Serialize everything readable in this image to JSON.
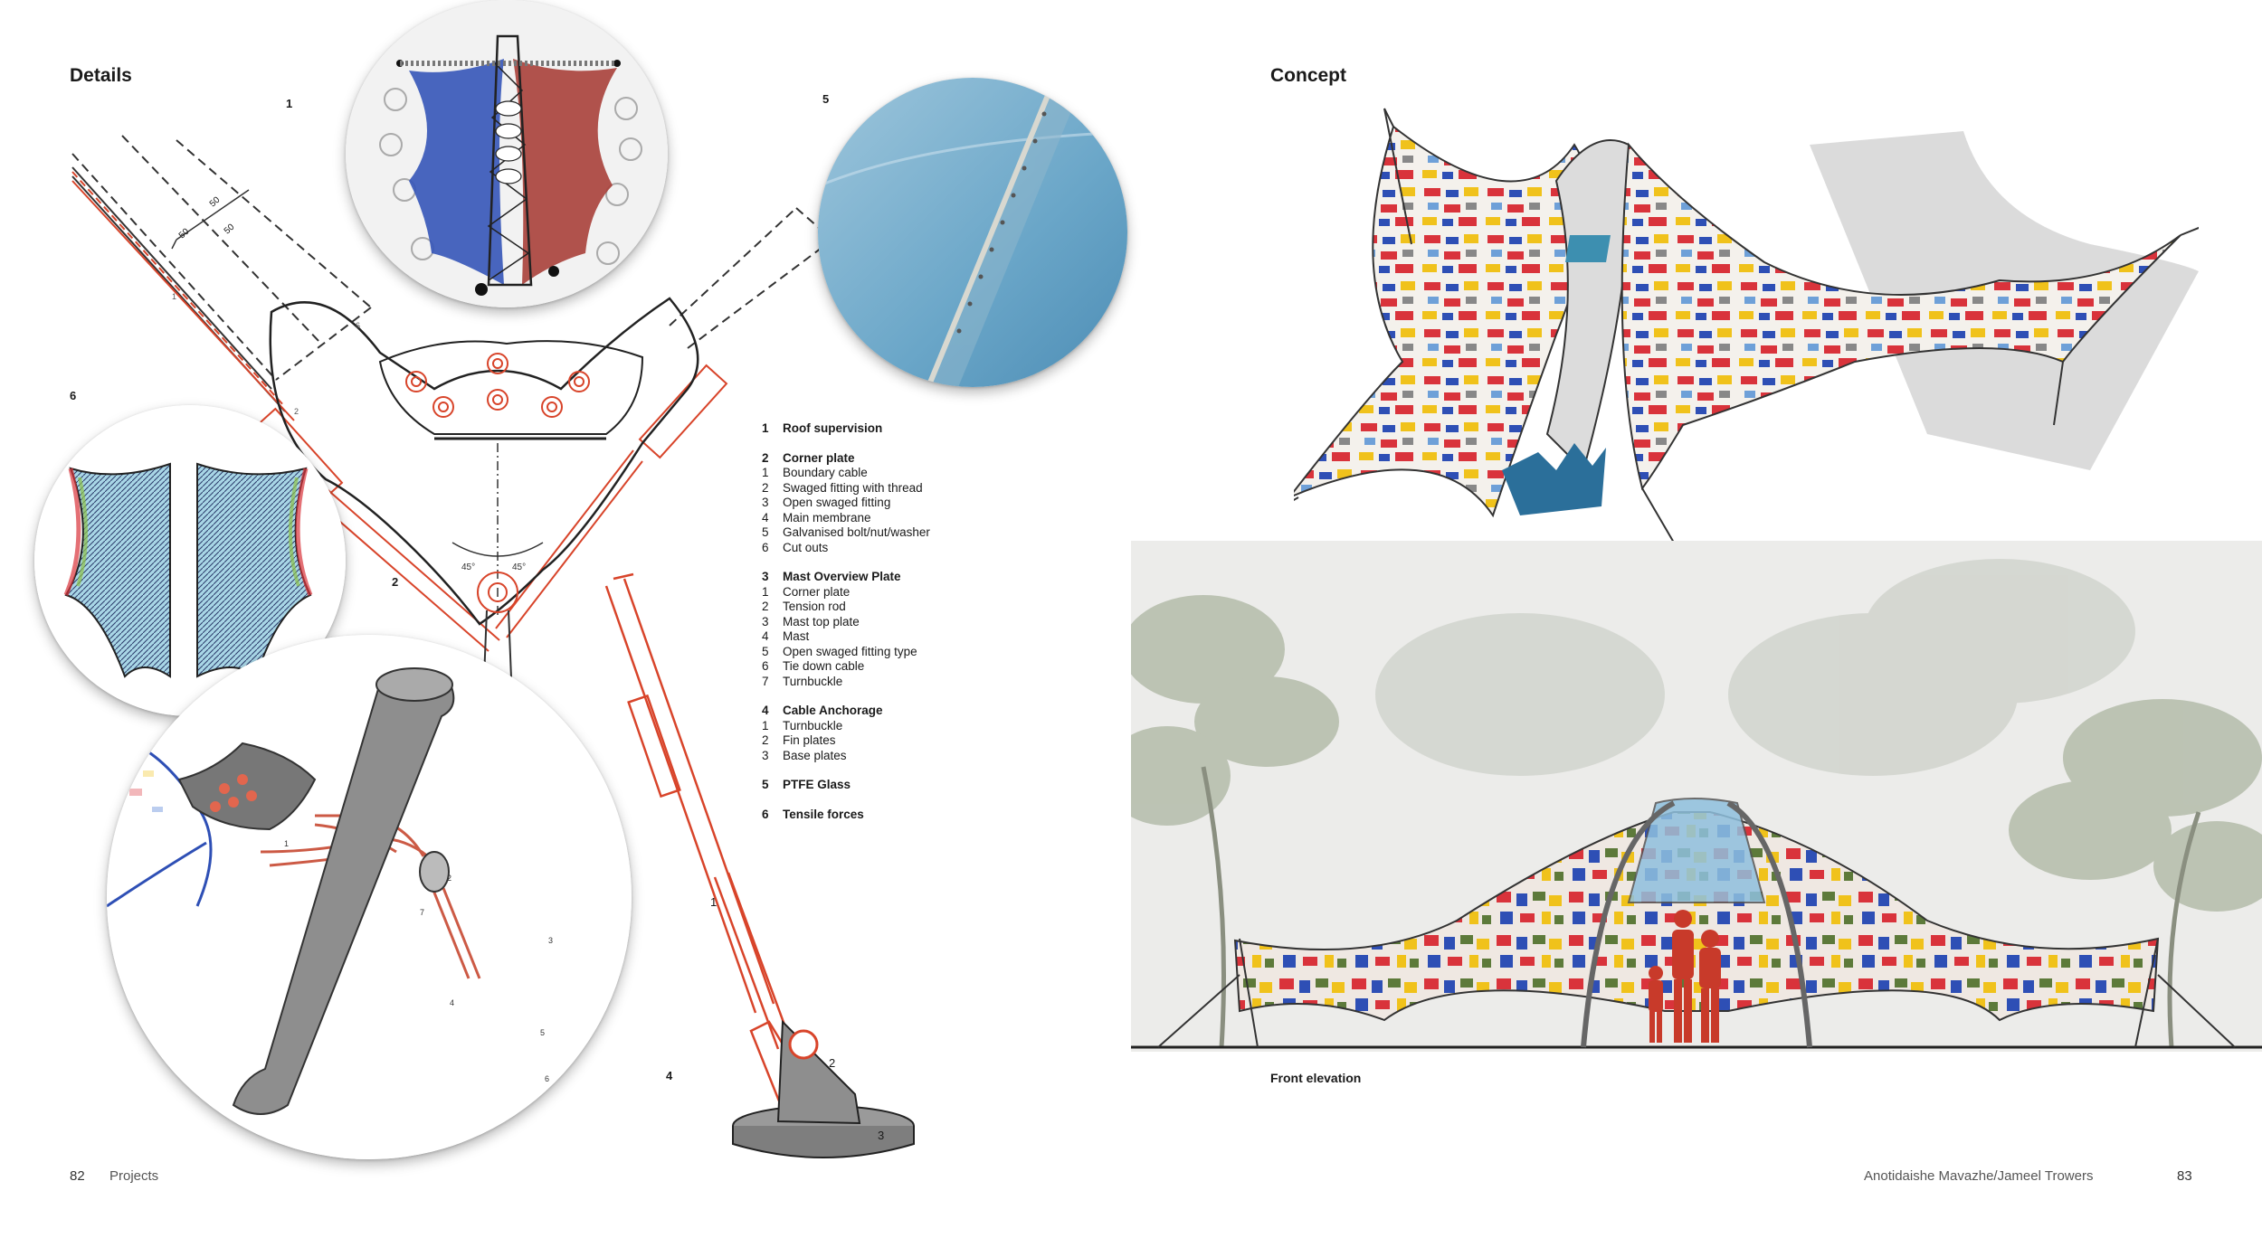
{
  "left_page": {
    "heading": "Details",
    "detail_numbers": {
      "d1": "1",
      "d2": "2",
      "d3": "3",
      "d4": "4",
      "d5": "5",
      "d6": "6"
    },
    "drawing_labels": {
      "dim1": "50",
      "dim2": "50",
      "dim3": "50",
      "angle_left": "45°",
      "angle_right": "45°",
      "cable_1": "1",
      "cable_2": "2",
      "cable_6": "6",
      "mast_1": "1",
      "mast_2": "2",
      "mast_3": "3",
      "anchor_1": "1",
      "anchor_2": "2",
      "anchor_3": "3",
      "anchor_4": "4",
      "anchor_5": "5",
      "anchor_6": "6",
      "anchor_7": "7"
    },
    "legend": [
      {
        "num": "1",
        "title": "Roof supervision",
        "items": []
      },
      {
        "num": "2",
        "title": "Corner plate",
        "items": [
          {
            "n": "1",
            "t": "Boundary cable"
          },
          {
            "n": "2",
            "t": "Swaged fitting with thread"
          },
          {
            "n": "3",
            "t": "Open swaged fitting"
          },
          {
            "n": "4",
            "t": "Main membrane"
          },
          {
            "n": "5",
            "t": "Galvanised bolt/nut/washer"
          },
          {
            "n": "6",
            "t": "Cut outs"
          }
        ]
      },
      {
        "num": "3",
        "title": "Mast Overview Plate",
        "items": [
          {
            "n": "1",
            "t": "Corner plate"
          },
          {
            "n": "2",
            "t": "Tension rod"
          },
          {
            "n": "3",
            "t": "Mast top plate"
          },
          {
            "n": "4",
            "t": "Mast"
          },
          {
            "n": "5",
            "t": "Open swaged fitting type"
          },
          {
            "n": "6",
            "t": "Tie down cable"
          },
          {
            "n": "7",
            "t": "Turnbuckle"
          }
        ]
      },
      {
        "num": "4",
        "title": "Cable Anchorage",
        "items": [
          {
            "n": "1",
            "t": "Turnbuckle"
          },
          {
            "n": "2",
            "t": "Fin plates"
          },
          {
            "n": "3",
            "t": "Base plates"
          }
        ]
      },
      {
        "num": "5",
        "title": "PTFE Glass",
        "items": []
      },
      {
        "num": "6",
        "title": "Tensile forces",
        "items": []
      }
    ],
    "footer_page": "82",
    "footer_section": "Projects"
  },
  "right_page": {
    "heading": "Concept",
    "caption": "Front elevation",
    "footer_authors": "Anotidaishe Mavazhe/Jameel Trowers",
    "footer_page": "83"
  },
  "colors": {
    "red_line": "#d8442a",
    "membrane_red": "#d9333b",
    "membrane_blue": "#2e4fb5",
    "membrane_yellow": "#f0c21b",
    "membrane_green": "#5d7a3a",
    "glass_blue": "#6aa6c8",
    "steel_grey": "#8e8e8e"
  }
}
